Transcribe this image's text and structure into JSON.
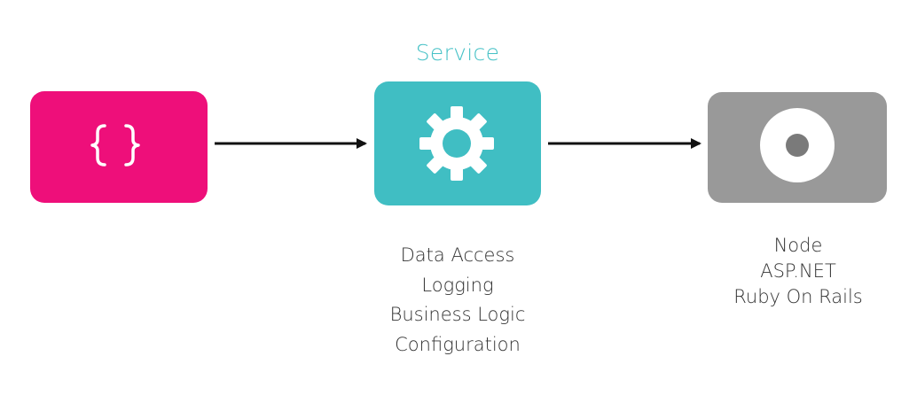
{
  "colors": {
    "client_box": "#ee0f7a",
    "service_box": "#40bec3",
    "server_box": "#999999",
    "service_title": "#45c1c6",
    "arrow": "#111111",
    "icon": "#ffffff",
    "server_dot": "#7a7a7a"
  },
  "nodes": {
    "client": {
      "icon": "curly-braces-icon"
    },
    "service": {
      "title": "Service",
      "icon": "gear-icon",
      "features": [
        "Data Access",
        "Logging",
        "Business Logic",
        "Configuration"
      ]
    },
    "server": {
      "icon": "record-icon",
      "technologies": [
        "Node",
        "ASP.NET",
        "Ruby On Rails"
      ]
    }
  },
  "edges": [
    {
      "from": "client",
      "to": "service"
    },
    {
      "from": "service",
      "to": "server"
    }
  ]
}
